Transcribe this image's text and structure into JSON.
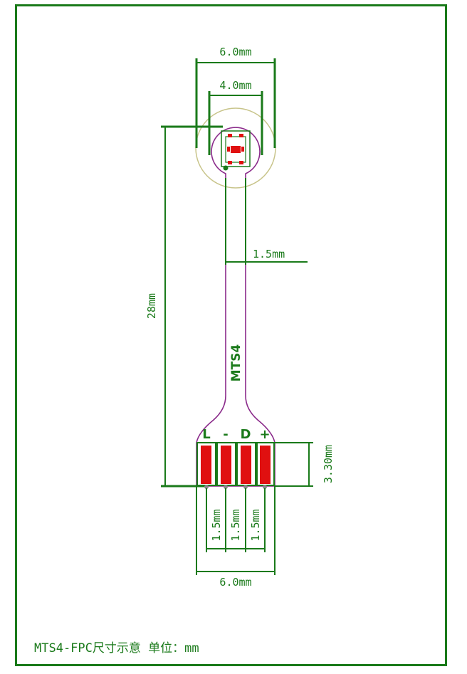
{
  "part_label": "MTS4",
  "pin_labels": [
    "L",
    "-",
    "D",
    "+"
  ],
  "dimensions": {
    "top_width": "6.0mm",
    "head_inner_width": "4.0mm",
    "stem_width": "1.5mm",
    "overall_length": "28mm",
    "pad_length": "3.30mm",
    "pitch_1": "1.5mm",
    "pitch_2": "1.5mm",
    "pitch_3": "1.5mm",
    "bottom_width": "6.0mm"
  },
  "caption": "MTS4-FPC尺寸示意 单位：mm",
  "colors": {
    "frame": "#1a7a1a",
    "dimension": "#1a7a1a",
    "outline": "#8a2a8a",
    "pad": "#e01010",
    "ring": "#c8c48a"
  }
}
